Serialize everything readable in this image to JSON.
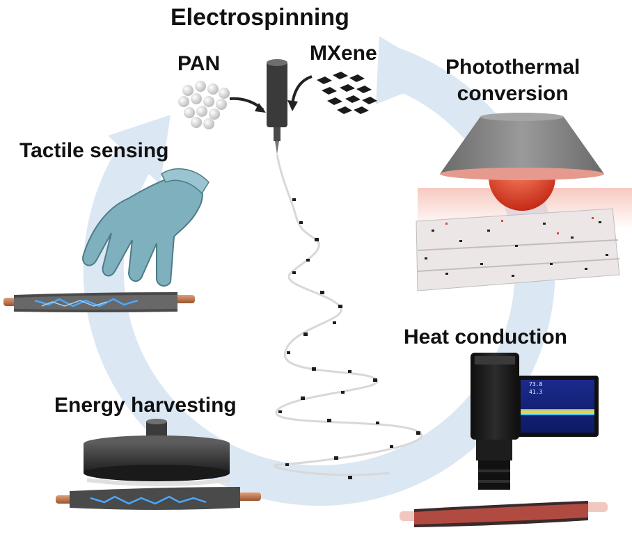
{
  "title": "Electrospinning",
  "materials": {
    "pan": "PAN",
    "mxene": "MXene"
  },
  "applications": {
    "photothermal_line1": "Photothermal",
    "photothermal_line2": "conversion",
    "tactile": "Tactile sensing",
    "heat": "Heat conduction",
    "energy": "Energy harvesting"
  },
  "thermal_camera_readout": [
    "73.8",
    "41.3"
  ],
  "colors": {
    "cycle_arrow": "#dbe7f3",
    "glove": "#7fb0bd",
    "lamp_shade": "#8a8a8a",
    "lamp_bulb": "#e2432f",
    "spark": "#4aa8ff",
    "copper": "#c8764a",
    "heated_fiber": "#d9574a"
  },
  "icons": [
    "nozzle-icon",
    "glove-icon",
    "lamp-icon",
    "thermal-camera-icon",
    "press-icon",
    "fiber-yarn-icon"
  ]
}
